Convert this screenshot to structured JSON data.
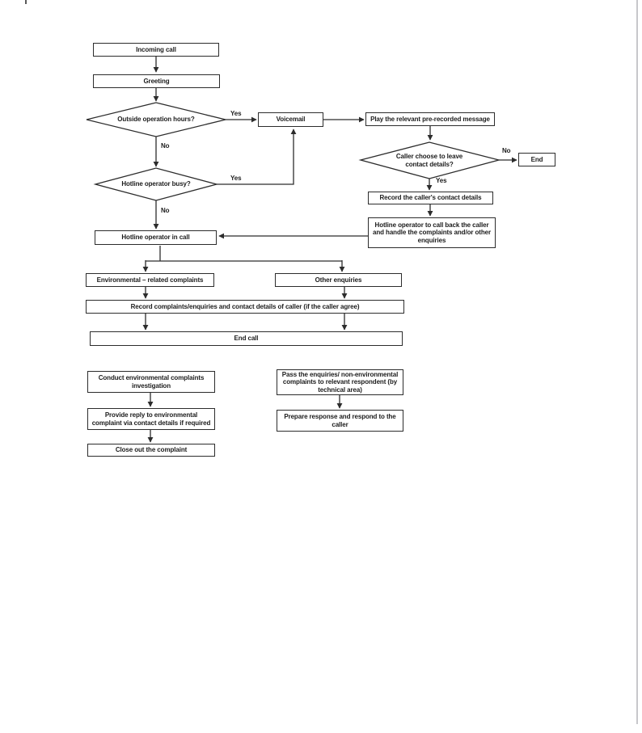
{
  "page": {
    "background": "#ffffff",
    "line_color": "#2c2c2c",
    "text_color": "#1c1c1c"
  },
  "flowchart": {
    "nodes": {
      "incoming_call": {
        "label": "Incoming call"
      },
      "greeting": {
        "label": "Greeting"
      },
      "outside_hours": {
        "label": "Outside operation hours?"
      },
      "voicemail": {
        "label": "Voicemail"
      },
      "play_message": {
        "label": "Play the relevant pre-recorded message"
      },
      "caller_leave": {
        "label": "Caller choose to leave contact details?"
      },
      "end": {
        "label": "End"
      },
      "record_contact": {
        "label": "Record the caller's contact details"
      },
      "operator_busy": {
        "label": "Hotline operator busy?"
      },
      "callback": {
        "label": "Hotline operator to call back the caller and handle the complaints and/or other enquiries"
      },
      "hotline_in_call": {
        "label": "Hotline operator in call"
      },
      "env_complaints": {
        "label": "Environmental – related complaints"
      },
      "other_enquiries": {
        "label": "Other enquiries"
      },
      "record_complaints": {
        "label": "Record complaints/enquiries and contact details of caller (if the caller agree)"
      },
      "end_call": {
        "label": "End call"
      },
      "conduct_investigation": {
        "label": "Conduct environmental complaints investigation"
      },
      "provide_reply": {
        "label": "Provide reply to environmental complaint via contact details if required"
      },
      "close_out": {
        "label": "Close out the complaint"
      },
      "pass_enquiries": {
        "label": "Pass the enquiries/ non-environmental complaints to relevant respondent (by technical area)"
      },
      "prepare_response": {
        "label": "Prepare response and respond to the caller"
      }
    },
    "edge_labels": {
      "outside_hours_yes": "Yes",
      "outside_hours_no": "No",
      "operator_busy_yes": "Yes",
      "operator_busy_no": "No",
      "caller_leave_no": "No",
      "caller_leave_yes": "Yes"
    }
  }
}
